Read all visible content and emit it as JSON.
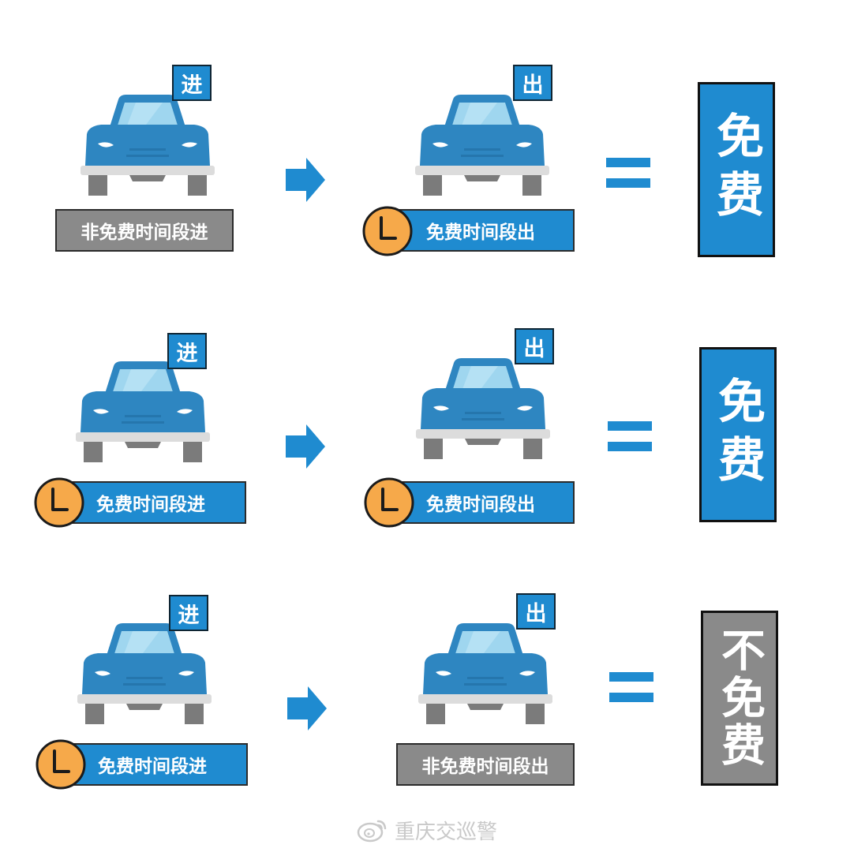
{
  "colors": {
    "blue": "#1f8bd0",
    "gray": "#8a8a8a",
    "clock_orange": "#f6a94a"
  },
  "rows": [
    {
      "entry": {
        "tag": "进",
        "label": "非免费时间段进",
        "type": "nonfree"
      },
      "exit": {
        "tag": "出",
        "label": "免费时间段出",
        "type": "free"
      },
      "result": {
        "text": "免费",
        "type": "free"
      }
    },
    {
      "entry": {
        "tag": "进",
        "label": "免费时间段进",
        "type": "free"
      },
      "exit": {
        "tag": "出",
        "label": "免费时间段出",
        "type": "free"
      },
      "result": {
        "text": "免费",
        "type": "free"
      }
    },
    {
      "entry": {
        "tag": "进",
        "label": "免费时间段进",
        "type": "free"
      },
      "exit": {
        "tag": "出",
        "label": "非免费时间段出",
        "type": "nonfree"
      },
      "result": {
        "text": "不免费",
        "type": "nonfree"
      }
    }
  ],
  "icons": {
    "car": "car-front-icon",
    "clock": "clock-icon",
    "arrow": "arrow-right-icon",
    "equals": "equals-sign",
    "weibo": "weibo-icon"
  },
  "watermark": "重庆交巡警"
}
